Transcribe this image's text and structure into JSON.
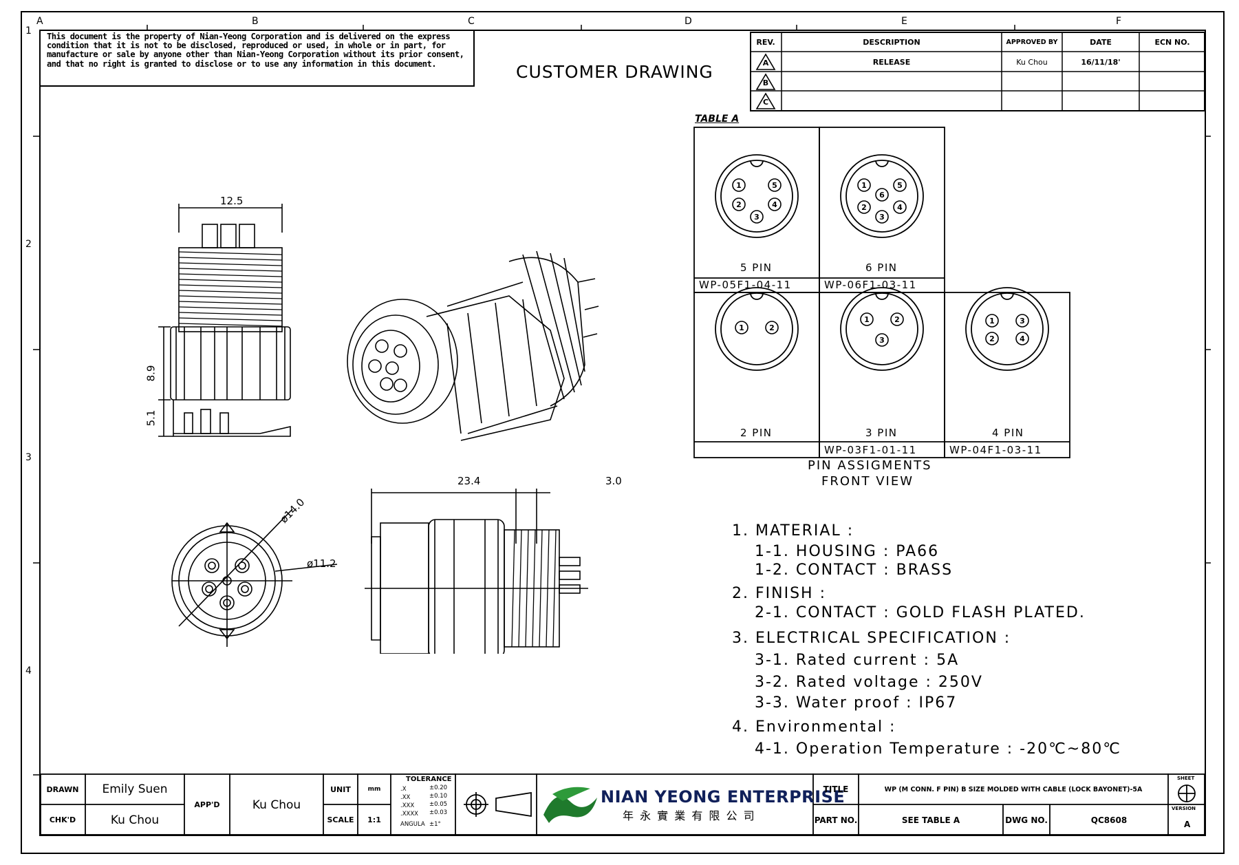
{
  "notice": "This document is the property of Nian-Yeong Corporation and is delivered on the express condition that it is not to be disclosed, reproduced or used, in whole or in part, for manufacture or sale by anyone other than Nian-Yeong Corporation without its prior consent, and that no right is granted to disclose or to use any information in this document.",
  "drawing_type": "CUSTOMER DRAWING",
  "grid": {
    "columns": [
      "A",
      "B",
      "C",
      "D",
      "E",
      "F"
    ],
    "rows": [
      "1",
      "2",
      "3",
      "4"
    ]
  },
  "revision_table": {
    "headers": {
      "rev": "REV.",
      "description": "DESCRIPTION",
      "approved_by": "APPROVED BY",
      "date": "DATE",
      "ecn": "ECN NO."
    },
    "rows": [
      {
        "rev": "A",
        "description": "RELEASE",
        "approved_by": "Ku Chou",
        "date": "16/11/18'",
        "ecn": ""
      },
      {
        "rev": "B",
        "description": "",
        "approved_by": "",
        "date": "",
        "ecn": ""
      },
      {
        "rev": "C",
        "description": "",
        "approved_by": "",
        "date": "",
        "ecn": ""
      }
    ]
  },
  "table_a": {
    "title": "TABLE A",
    "cells": [
      {
        "pins": "5 PIN",
        "part": "WP-05F1-04-11",
        "numbers": [
          "1",
          "5",
          "2",
          "4",
          "3"
        ]
      },
      {
        "pins": "6 PIN",
        "part": "WP-06F1-03-11",
        "numbers": [
          "1",
          "5",
          "6",
          "2",
          "4",
          "3"
        ]
      },
      {
        "pins": "2 PIN",
        "part": "",
        "numbers": [
          "1",
          "2"
        ]
      },
      {
        "pins": "3 PIN",
        "part": "WP-03F1-01-11",
        "numbers": [
          "1",
          "2",
          "3"
        ]
      },
      {
        "pins": "4 PIN",
        "part": "WP-04F1-03-11",
        "numbers": [
          "1",
          "3",
          "2",
          "4"
        ]
      }
    ],
    "caption_line1": "PIN ASSIGMENTS",
    "caption_line2": "FRONT VIEW"
  },
  "dimensions": {
    "top_width": "12.5",
    "body_height": "8.9",
    "base_height": "5.1",
    "length": "23.4",
    "pin_length": "3.0",
    "outer_dia": "ø14.0",
    "inner_dia": "ø11.2"
  },
  "notes": [
    "1. MATERIAL :",
    "1-1. HOUSING : PA66",
    "1-2. CONTACT : BRASS",
    "2. FINISH :",
    "2-1. CONTACT : GOLD FLASH PLATED.",
    "3. ELECTRICAL SPECIFICATION :",
    "3-1. Rated current : 5A",
    "3-2. Rated voltage : 250V",
    "3-3. Water proof : IP67",
    "4. Environmental :",
    "4-1. Operation Temperature : -20℃~80℃"
  ],
  "title_block": {
    "drawn_label": "DRAWN",
    "drawn_value": "Emily Suen",
    "chkd_label": "CHK'D",
    "chkd_value": "Ku Chou",
    "appd_label": "APP'D",
    "appd_value": "Ku Chou",
    "unit_label": "UNIT",
    "unit_value": "mm",
    "scale_label": "SCALE",
    "scale_value": "1:1",
    "tolerance_title": "TOLERANCE",
    "tolerance_rows": [
      {
        "k": ".X",
        "v": "±0.20"
      },
      {
        "k": ".XX",
        "v": "±0.10"
      },
      {
        "k": ".XXX",
        "v": "±0.05"
      },
      {
        "k": ".XXXX",
        "v": "±0.03"
      },
      {
        "k": "ANGULA",
        "v": "±1°"
      }
    ],
    "company_en": "NIAN YEONG ENTERPRISE",
    "company_cn": "年 永 實 業 有 限 公 司",
    "title_label": "TITLE",
    "title_value": "WP (M CONN. F PIN) B SIZE MOLDED WITH CABLE (LOCK BAYONET)-5A",
    "part_label": "PART NO.",
    "part_value": "SEE TABLE A",
    "dwg_label": "DWG NO.",
    "dwg_value": "QC8608",
    "sheet_label": "SHEET",
    "version_label": "VERSION",
    "version_value": "A"
  }
}
